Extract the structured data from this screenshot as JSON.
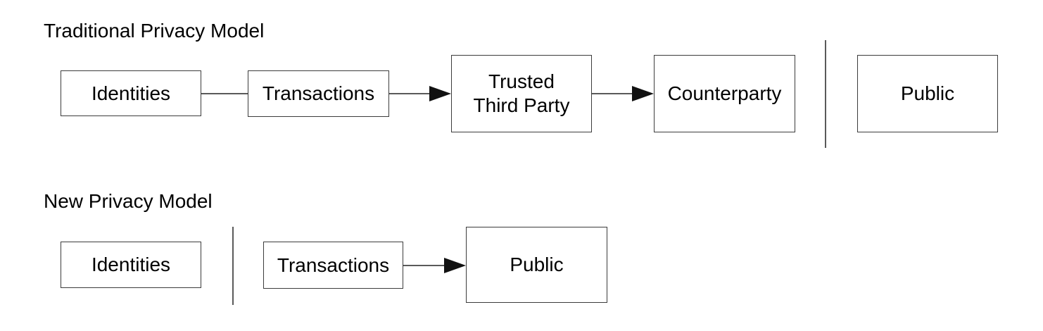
{
  "colors": {
    "bg": "#ffffff",
    "text": "#000000",
    "box_border": "#3c3c3c",
    "line": "#5a5a5a",
    "arrow": "#111111"
  },
  "traditional": {
    "title": "Traditional Privacy Model",
    "nodes": {
      "identities": "Identities",
      "transactions": "Transactions",
      "ttp_line1": "Trusted",
      "ttp_line2": "Third Party",
      "counterparty": "Counterparty",
      "public": "Public"
    }
  },
  "new_model": {
    "title": "New Privacy Model",
    "nodes": {
      "identities": "Identities",
      "transactions": "Transactions",
      "public": "Public"
    }
  }
}
